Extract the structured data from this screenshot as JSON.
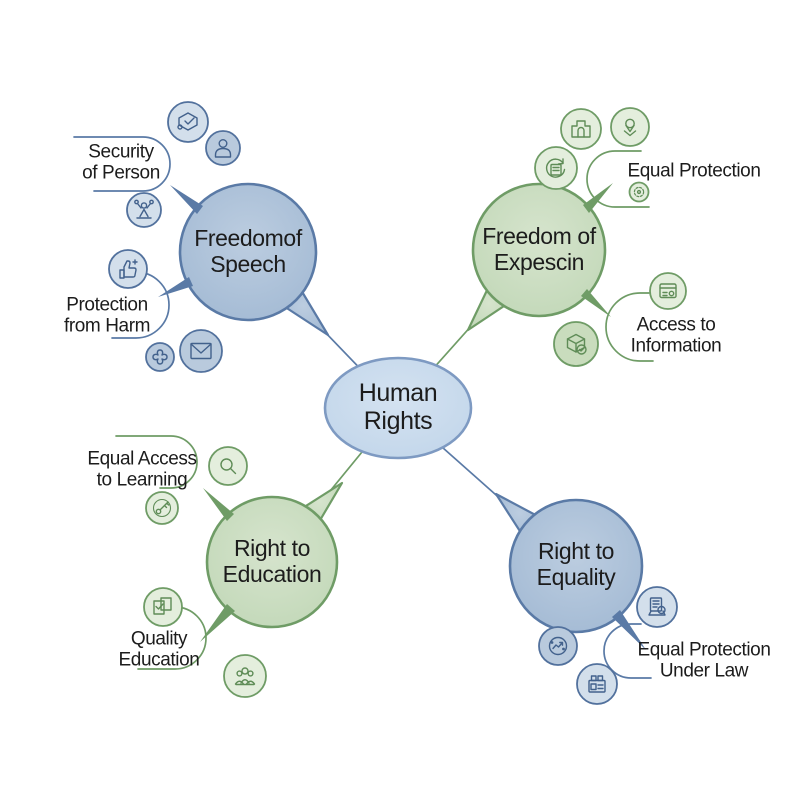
{
  "diagram": {
    "center": {
      "line1": "Human",
      "line2": "Rights"
    },
    "speech": {
      "title1": "Freedomof",
      "title2": "Speech",
      "security1": "Security",
      "security2": "of Person",
      "protection1": "Protection",
      "protection2": "from Harm"
    },
    "expression": {
      "title1": "Freedom of",
      "title2": "Expescin",
      "equal": "Equal Protection",
      "access1": "Access to",
      "access2": "Information"
    },
    "education": {
      "title1": "Right to",
      "title2": "Education",
      "equal1": "Equal Access",
      "equal2": "to Learning",
      "quality1": "Quality",
      "quality2": "Education"
    },
    "equality": {
      "title1": "Right to",
      "title2": "Equality",
      "law1": "Equal Protection",
      "law2": "Under Law"
    },
    "colors": {
      "blue_fill": "#aabfd8",
      "blue_stroke": "#5a7aa6",
      "green_fill": "#cbdfc2",
      "green_stroke": "#6f9c66",
      "center_fill": "#c9dcee",
      "center_stroke": "#7e9ac2",
      "icon_blue_fill": "#d3dfeb",
      "icon_blue_mid": "#b9cadd",
      "icon_green_fill": "#e4eedd",
      "icon_green_mid": "#c9dcbd",
      "text": "#1c1c1c",
      "background": "#ffffff"
    },
    "icons": {
      "speech": [
        "verified-box",
        "person",
        "celebration",
        "thumbs-up",
        "clover",
        "envelope"
      ],
      "expression": [
        "bank",
        "location-pin",
        "document-refresh",
        "gear",
        "browser-window",
        "package-check"
      ],
      "education": [
        "magnifier",
        "key",
        "checklist",
        "group-people"
      ],
      "equality": [
        "document-review",
        "gauge",
        "toolbox"
      ]
    }
  }
}
